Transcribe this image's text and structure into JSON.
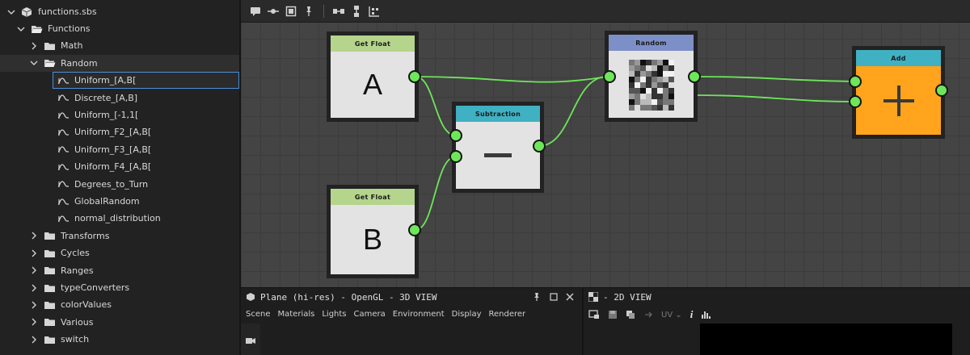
{
  "explorer": {
    "file": "functions.sbs",
    "items": [
      {
        "label": "Functions",
        "depth": 1,
        "kind": "folder",
        "open": true
      },
      {
        "label": "Math",
        "depth": 2,
        "kind": "folder",
        "open": false
      },
      {
        "label": "Random",
        "depth": 2,
        "kind": "folder",
        "open": true
      },
      {
        "label": "Uniform_[A,B[",
        "depth": 3,
        "kind": "function",
        "selected": true
      },
      {
        "label": "Discrete_[A,B]",
        "depth": 3,
        "kind": "function"
      },
      {
        "label": "Uniform_[-1,1[",
        "depth": 3,
        "kind": "function"
      },
      {
        "label": "Uniform_F2_[A,B[",
        "depth": 3,
        "kind": "function"
      },
      {
        "label": "Uniform_F3_[A,B[",
        "depth": 3,
        "kind": "function"
      },
      {
        "label": "Uniform_F4_[A,B[",
        "depth": 3,
        "kind": "function"
      },
      {
        "label": "Degrees_to_Turn",
        "depth": 3,
        "kind": "function"
      },
      {
        "label": "GlobalRandom",
        "depth": 3,
        "kind": "function"
      },
      {
        "label": "normal_distribution",
        "depth": 3,
        "kind": "function"
      },
      {
        "label": "Transforms",
        "depth": 2,
        "kind": "folder",
        "open": false
      },
      {
        "label": "Cycles",
        "depth": 2,
        "kind": "folder",
        "open": false
      },
      {
        "label": "Ranges",
        "depth": 2,
        "kind": "folder",
        "open": false
      },
      {
        "label": "typeConverters",
        "depth": 2,
        "kind": "folder",
        "open": false
      },
      {
        "label": "colorValues",
        "depth": 2,
        "kind": "folder",
        "open": false
      },
      {
        "label": "Various",
        "depth": 2,
        "kind": "folder",
        "open": false
      },
      {
        "label": "switch",
        "depth": 2,
        "kind": "folder",
        "open": false
      }
    ]
  },
  "graph": {
    "toolbar_icons": [
      "comment-icon",
      "pin-icon",
      "frame-icon",
      "pin-node-icon",
      "align-horizontal-icon",
      "align-vertical-icon",
      "distribute-icon"
    ],
    "nodes": {
      "get_float_a": {
        "title": "Get Float",
        "symbol": "A",
        "header_color": "#b5d48c"
      },
      "get_float_b": {
        "title": "Get Float",
        "symbol": "B",
        "header_color": "#b5d48c"
      },
      "subtraction": {
        "title": "Subtraction",
        "symbol": "−",
        "header_color": "#3fb1c2"
      },
      "random": {
        "title": "Random",
        "header_color": "#7d8fc7"
      },
      "add": {
        "title": "Add",
        "symbol": "+",
        "header_color": "#3fb1c2",
        "body_color": "#ffa41c"
      }
    },
    "wire_color": "#6ee65a",
    "port_color": "#6ee65a"
  },
  "view3d": {
    "title": "Plane (hi-res) - OpenGL - 3D VIEW",
    "menu": [
      "Scene",
      "Materials",
      "Lights",
      "Camera",
      "Environment",
      "Display",
      "Renderer"
    ]
  },
  "view2d": {
    "title": "- 2D VIEW",
    "uv_label": "UV"
  }
}
